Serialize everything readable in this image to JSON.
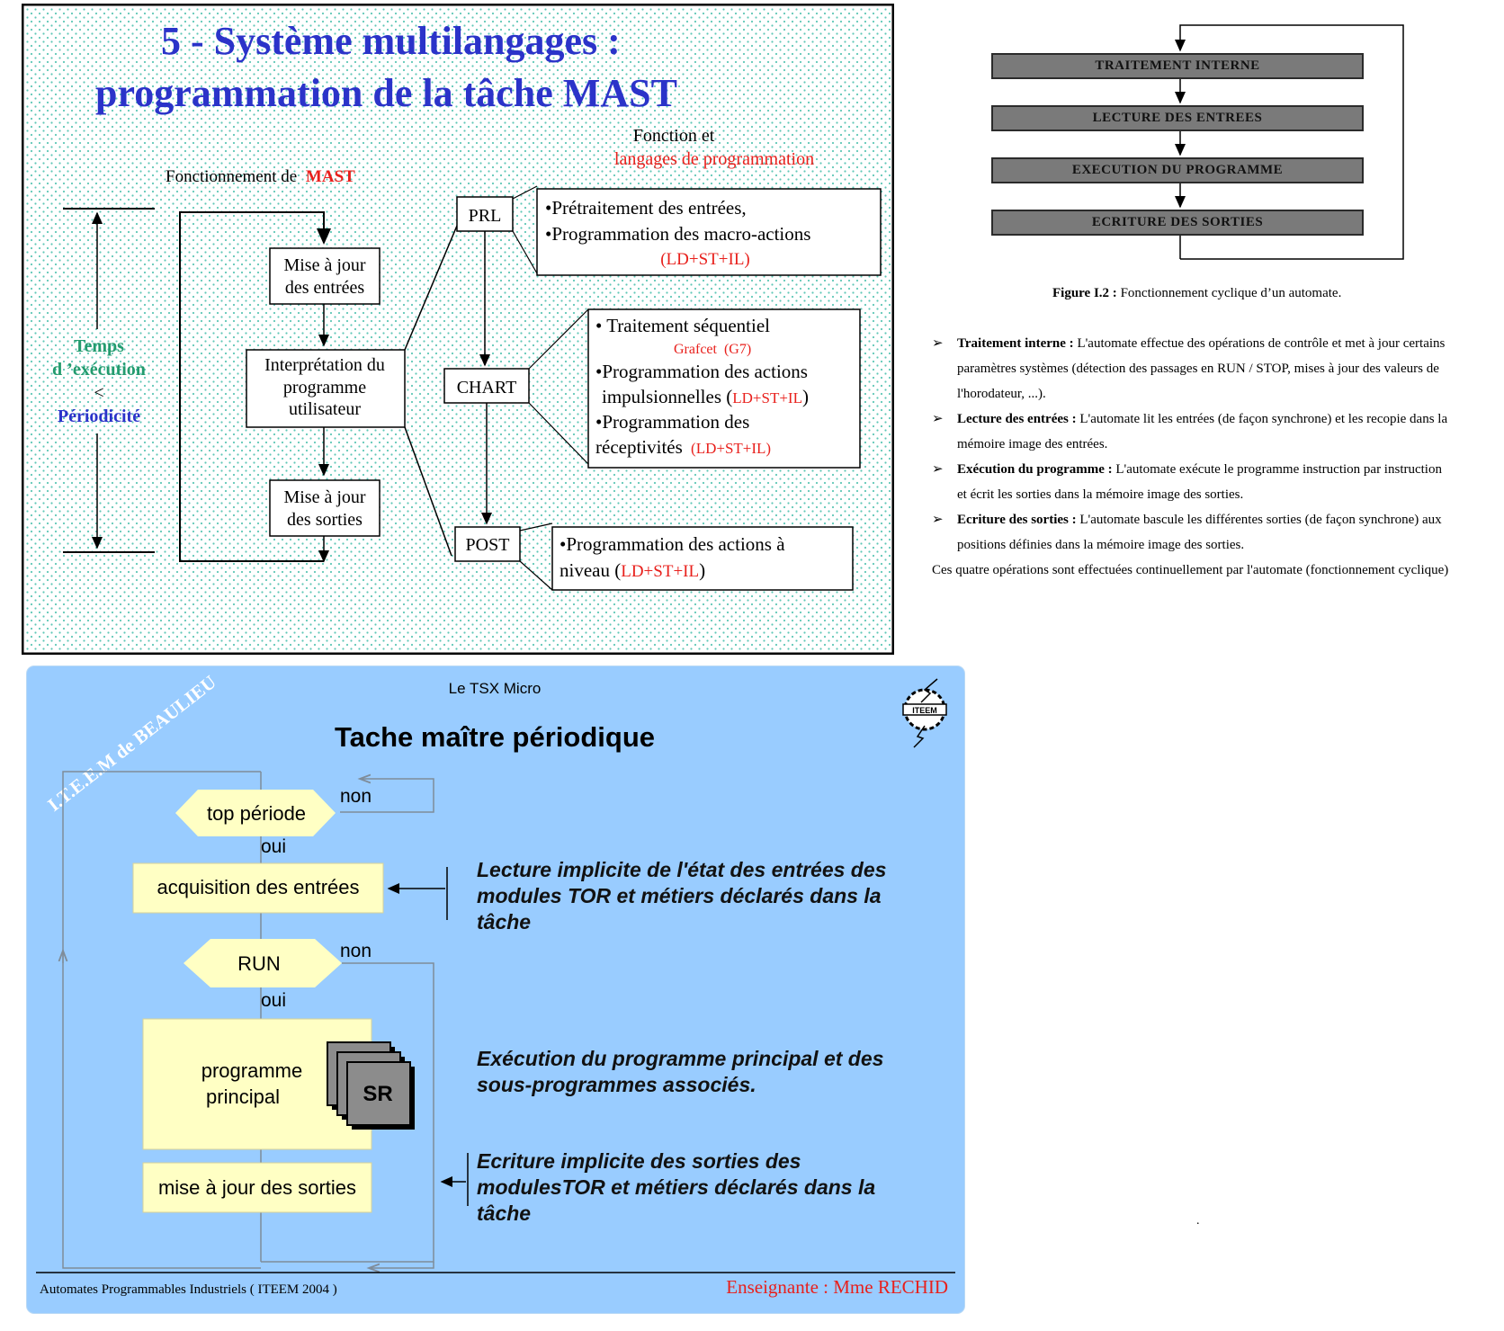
{
  "mast": {
    "title_line1": "5 - Système multilangages :",
    "title_line2": "programmation de la tâche MAST",
    "fonctionnement_prefix": "Fonctionnement de",
    "fonctionnement_mast": "MAST",
    "fonction_line1": "Fonction et",
    "fonction_line2": "langages de programmation",
    "temps_line1": "Temps",
    "temps_line2": "d ’exécution",
    "lt": "<",
    "periodicite": "Périodicité",
    "box_maj_entrees_l1": "Mise à jour",
    "box_maj_entrees_l2": "des entrées",
    "box_interp_l1": "Interprétation du",
    "box_interp_l2": "programme",
    "box_interp_l3": "utilisateur",
    "box_maj_sorties_l1": "Mise à jour",
    "box_maj_sorties_l2": "des sorties",
    "prl": "PRL",
    "chart": "CHART",
    "post": "POST",
    "prl_desc_l1": "•Prétraitement des entrées,",
    "prl_desc_l2": "•Programmation des macro-actions",
    "prl_desc_l3": "(LD+ST+IL)",
    "chart_desc_l1": "• Traitement séquentiel",
    "chart_desc_l2a": "Grafcet",
    "chart_desc_l2b": "(G7)",
    "chart_desc_l3": "•Programmation des actions",
    "chart_desc_l4a": "impulsionnelles (",
    "chart_desc_l4b": "LD+ST+IL",
    "chart_desc_l4c": ")",
    "chart_desc_l5": "•Programmation des",
    "chart_desc_l6a": "réceptivités",
    "chart_desc_l6b": "(LD+ST+IL)",
    "post_desc_l1": "•Programmation des actions à",
    "post_desc_l2a": "niveau (",
    "post_desc_l2b": "LD+ST+IL",
    "post_desc_l2c": ")"
  },
  "cycle": {
    "boxes": [
      "TRAITEMENT INTERNE",
      "LECTURE DES ENTREES",
      "EXECUTION DU PROGRAMME",
      "ECRITURE DES SORTIES"
    ],
    "caption_bold": "Figure I.2 :",
    "caption_text": "Fonctionnement cyclique d’un automate.",
    "bullet_marker": "➢",
    "bullets": [
      {
        "term": "Traitement interne :",
        "l1": "L'automate effectue des opérations de contrôle et met à jour certains",
        "l2": "paramètres systèmes (détection des passages en RUN / STOP, mises à jour des valeurs de",
        "l3": "l'horodateur, ...)."
      },
      {
        "term": "Lecture des entrées :",
        "l1": "L'automate lit les entrées (de façon synchrone) et les recopie dans la",
        "l2": "mémoire image des entrées."
      },
      {
        "term": "Exécution du programme :",
        "l1": "L'automate exécute le programme instruction par instruction",
        "l2": "et écrit les sorties dans la mémoire image des sorties."
      },
      {
        "term": "Ecriture des sorties :",
        "l1": "L'automate bascule les différentes sorties (de façon synchrone) aux",
        "l2": "positions définies dans la mémoire image des sorties."
      }
    ],
    "conclusion": "Ces quatre opérations sont effectuées continuellement par l'automate (fonctionnement cyclique)",
    "dot": "."
  },
  "tsx": {
    "header": "Le TSX Micro",
    "title": "Tache maître périodique",
    "watermark": "I.T.E.E.M  de  BEAULIEU",
    "logo_text": "ITEEM",
    "top_periode": "top période",
    "non1": "non",
    "oui1": "oui",
    "acquisition": "acquisition des entrées",
    "run": "RUN",
    "non2": "non",
    "oui2": "oui",
    "programme_l1": "programme",
    "programme_l2": "principal",
    "sr": "SR",
    "maj_sorties": "mise à jour des sorties",
    "note1_l1": "Lecture implicite de l'état des entrées des",
    "note1_l2": "modules TOR et métiers déclarés dans la",
    "note1_l3": "tâche",
    "note2_l1": "Exécution du programme principal et des",
    "note2_l2": "sous-programmes associés.",
    "note3_l1": "Ecriture implicite des sorties des",
    "note3_l2": "modulesTOR  et métiers déclarés dans la",
    "note3_l3": "tâche",
    "footer_left": "Automates Programmables Industriels  ( ITEEM  2004 )",
    "footer_right": "Enseignante : Mme  RECHID"
  },
  "colors": {
    "title_blue": "#2b33c9",
    "red": "#e8201c",
    "teal": "#239b6e",
    "panelC_bg": "#99ccff",
    "box_yellow": "#ffffc4",
    "cycle_box": "#7a7a7a"
  }
}
